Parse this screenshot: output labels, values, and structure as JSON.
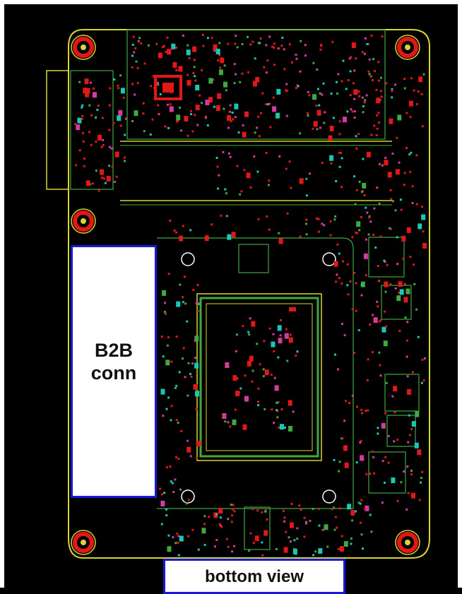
{
  "labels": {
    "connector_line1": "B2B",
    "connector_line2": "conn",
    "view": "bottom view"
  },
  "colors": {
    "background": "#000000",
    "board_outline": "#d6d633",
    "trace_green": "#3fa83f",
    "pad_red": "#e01818",
    "via_cyan": "#19c8b4",
    "via_magenta": "#d23ca0",
    "label_border": "#1818d8"
  },
  "icons": {
    "mounting_hole": "mounting-hole-icon",
    "fiducial": "fiducial-ring-icon"
  }
}
